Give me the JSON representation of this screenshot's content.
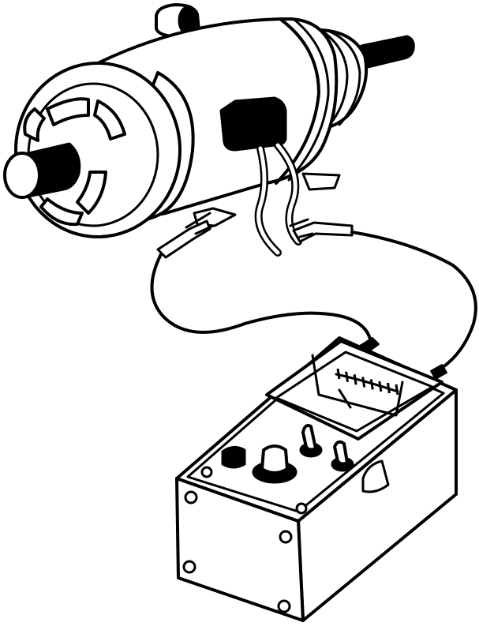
{
  "figure": {
    "kind": "line-art illustration",
    "subject_parts": [
      "motor",
      "test-meter",
      "test-leads",
      "alligator-clips"
    ],
    "colors": {
      "ink": "#000000",
      "paper": "#ffffff"
    },
    "meter_scale_ticks": 8
  }
}
